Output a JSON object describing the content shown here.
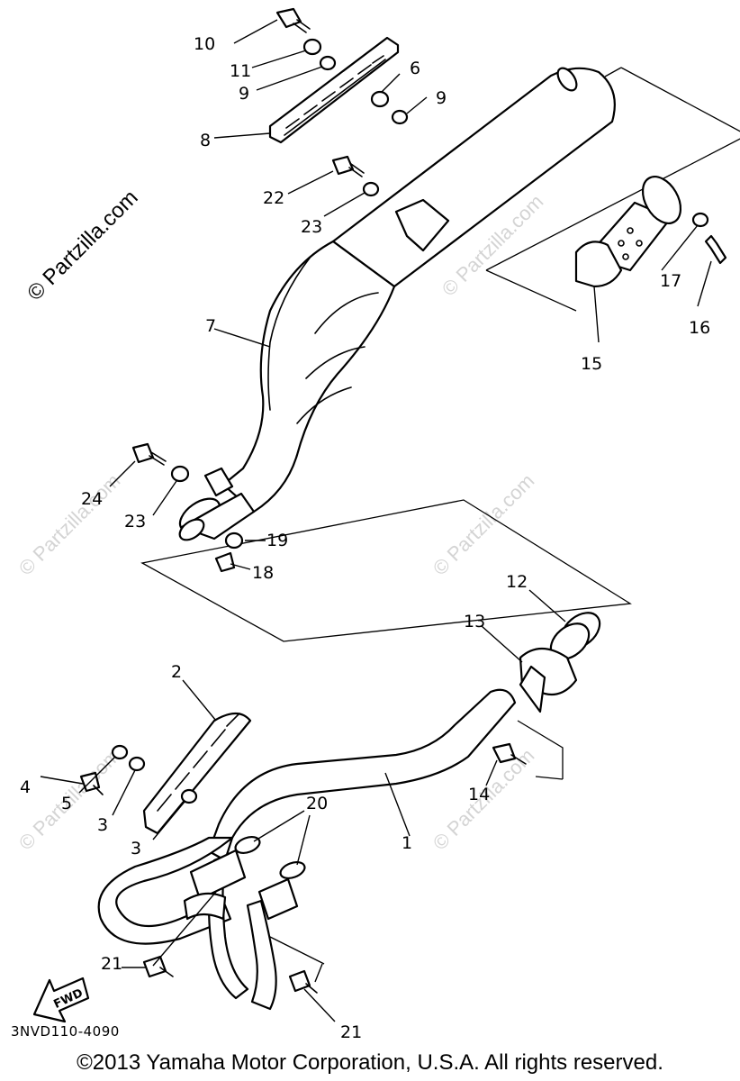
{
  "watermark": "© Partzilla.com",
  "fwd_label": "FWD",
  "diagram_code": "3NVD110-4090",
  "copyright": "©2013 Yamaha Motor Corporation, U.S.A. All rights reserved.",
  "callouts": {
    "c1": "1",
    "c2": "2",
    "c3a": "3",
    "c3b": "3",
    "c4": "4",
    "c5": "5",
    "c6": "6",
    "c7": "7",
    "c8": "8",
    "c9a": "9",
    "c9b": "9",
    "c10": "10",
    "c11": "11",
    "c12": "12",
    "c13": "13",
    "c14": "14",
    "c15": "15",
    "c16": "16",
    "c17": "17",
    "c18": "18",
    "c19": "19",
    "c20": "20",
    "c21a": "21",
    "c21b": "21",
    "c22": "22",
    "c23a": "23",
    "c23b": "23",
    "c24": "24"
  }
}
